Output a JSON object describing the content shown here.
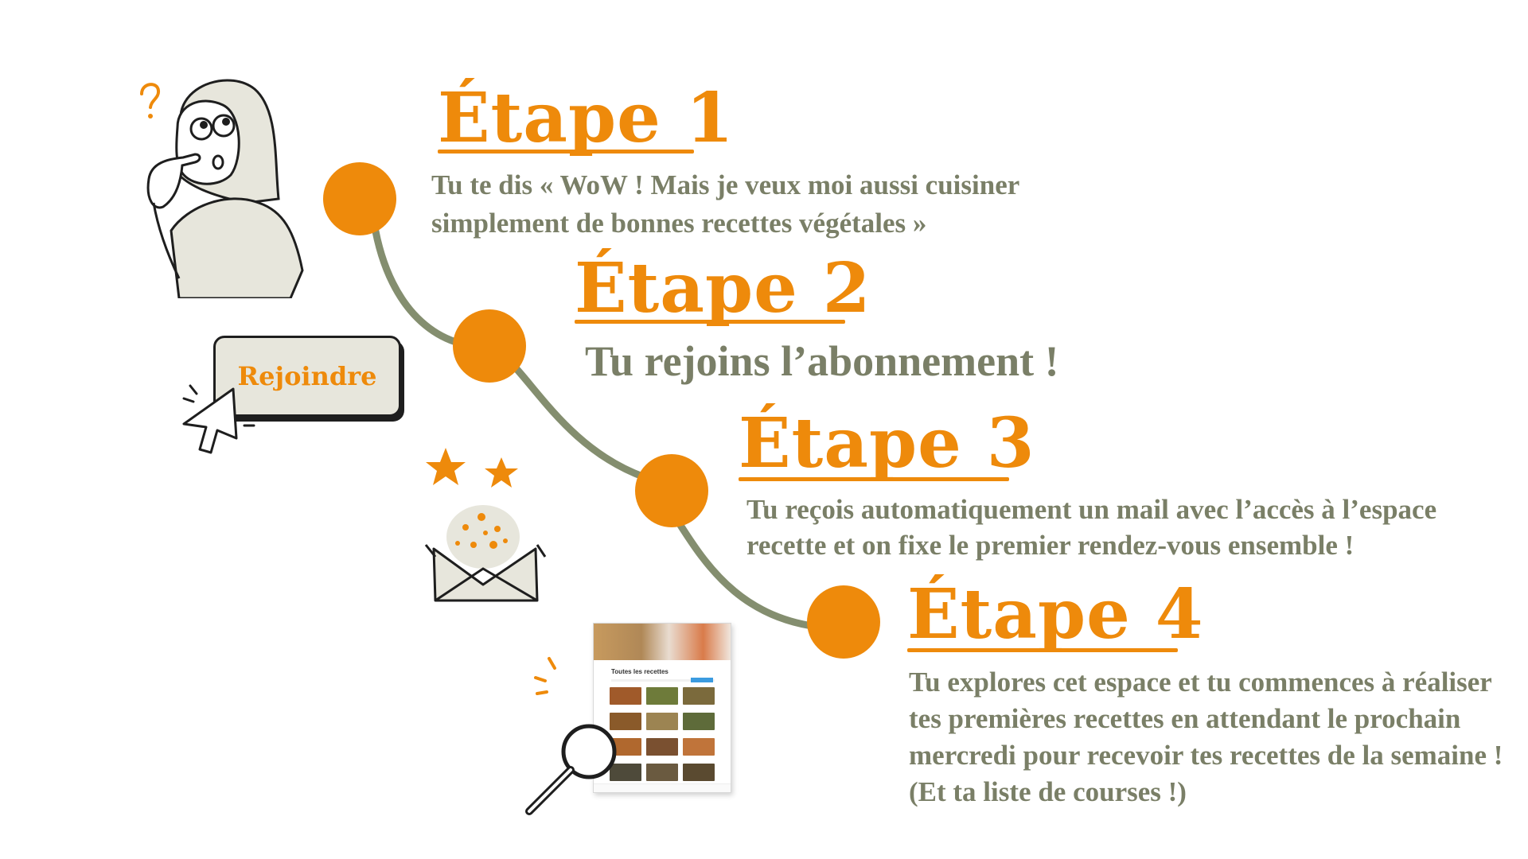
{
  "colors": {
    "accent_orange": "#ee8a0b",
    "sage_green": "#7a7f67",
    "path_green": "#848e6f",
    "sketch_fill": "#e7e6dc",
    "ink": "#1e1e1e"
  },
  "steps": [
    {
      "title": "Étape 1",
      "lines": [
        "Tu te dis « WoW ! Mais je veux moi aussi cuisiner",
        "simplement de bonnes recettes végétales »"
      ]
    },
    {
      "title": "Étape 2",
      "lines": [
        "Tu rejoins l’abonnement !"
      ]
    },
    {
      "title": "Étape 3",
      "lines": [
        "Tu reçois automatiquement un mail avec l’accès à l’espace",
        "recette et on fixe le premier rendez-vous ensemble !"
      ]
    },
    {
      "title": "Étape 4",
      "lines": [
        "Tu explores cet espace et tu commences à réaliser",
        "tes premières recettes en attendant le prochain",
        "mercredi pour recevoir tes recettes de la semaine !",
        "(Et ta liste de courses !)"
      ]
    }
  ],
  "join_button": {
    "label": "Rejoindre"
  },
  "thumbnail": {
    "title": "Toutes les recettes"
  },
  "icons": {
    "thinking_person": "thinking-girl-illustration",
    "cursor": "mouse-pointer-icon",
    "envelope": "open-envelope-stars-illustration",
    "magnifier": "magnifying-glass-icon",
    "question": "question-mark-icon"
  }
}
